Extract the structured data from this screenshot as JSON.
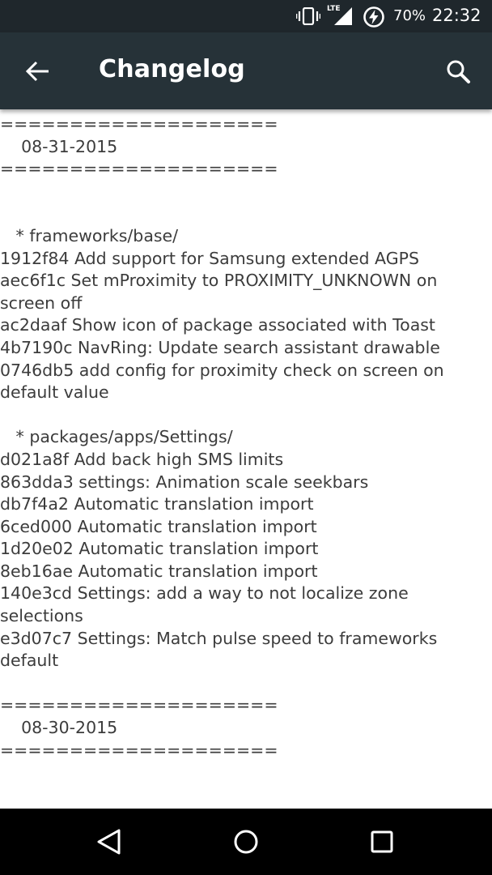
{
  "status_bar": {
    "network_type": "LTE",
    "battery_percent": "70%",
    "time": "22:32",
    "icons": [
      "vibrate-icon",
      "signal-icon",
      "battery-charging-icon"
    ]
  },
  "app_bar": {
    "title": "Changelog",
    "icons": [
      "arrow-back-icon",
      "search-icon"
    ]
  },
  "changelog": {
    "lines": [
      "====================",
      "    08-31-2015",
      "====================",
      "",
      "",
      "   * frameworks/base/",
      "1912f84 Add support for Samsung extended AGPS",
      "aec6f1c Set mProximity to PROXIMITY_UNKNOWN on",
      "screen off",
      "ac2daaf Show icon of package associated with Toast",
      "4b7190c NavRing: Update search assistant drawable",
      "0746db5 add config for proximity check on screen on",
      "default value",
      "",
      "   * packages/apps/Settings/",
      "d021a8f Add back high SMS limits",
      "863dda3 settings: Animation scale seekbars",
      "db7f4a2 Automatic translation import",
      "6ced000 Automatic translation import",
      "1d20e02 Automatic translation import",
      "8eb16ae Automatic translation import",
      "140e3cd Settings: add a way to not localize zone",
      "selections",
      "e3d07c7 Settings: Match pulse speed to frameworks",
      "default",
      "",
      "====================",
      "    08-30-2015",
      "===================="
    ]
  },
  "nav_bar": {
    "icons": [
      "nav-back-icon",
      "nav-home-icon",
      "nav-recents-icon"
    ]
  },
  "colors": {
    "status_bar_bg": "#1f272c",
    "app_bar_bg": "#263238",
    "content_bg": "#ffffff",
    "text": "#3c3c3c",
    "nav_bar_bg": "#000000"
  }
}
